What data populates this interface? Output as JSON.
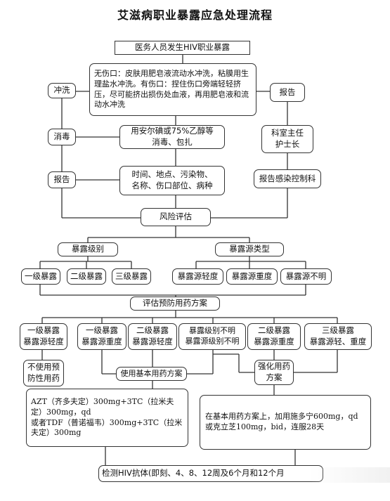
{
  "title": "艾滋病职业暴露应急处理流程",
  "nodes": {
    "start": "医务人员发生HIV职业暴露",
    "flush": "冲洗",
    "wound_text": "无伤口：皮肤用肥皂液流动水冲洗，粘膜用生理盐水冲洗。有伤口：捏住伤口旁端轻轻挤压，尽可能挤出损伤处血液，再用肥皂液和流动水冲洗",
    "report_right": "报告",
    "disinfect": "消毒",
    "disinfect_text": "用安尔碘或75%乙醇等\n消毒、包扎",
    "dept_head": "科室主任\n护士长",
    "report_left": "报告",
    "report_detail": "时间、地点、污染物、\n名称、伤口部位、病种",
    "infection_control": "报告感染控制科",
    "risk": "风险评估",
    "exposure_level": "暴露级别",
    "source_type": "暴露源类型",
    "level1": "一级暴露",
    "level2": "二级暴露",
    "level3": "三级暴露",
    "src_light": "暴露源轻度",
    "src_heavy": "暴露源重度",
    "src_unknown": "暴露源不明",
    "assess_plan": "评估预防用药方案",
    "c1": "一级暴露\n暴露源轻度",
    "c2": "一级暴露\n暴露源重度",
    "c3": "二级暴露\n暴露源轻度",
    "c4": "暴露级别不明\n暴露源级别不明",
    "c5": "二级暴露\n暴露源重度",
    "c6": "三级暴露\n暴露源轻、重度",
    "no_med": "不使用预\n防性用药",
    "basic": "使用基本用药方案",
    "strong": "强化用药\n方案",
    "basic_detail": "AZT（齐多夫定）300mg+3TC（拉米夫定）300mg，qd\n  或者TDF（普诺福韦）300mg+3TC（拉米夫定）300mg",
    "strong_detail": "在基本用药方案上，加用施多宁600mg，qd或克立芝100mg，bid，连服28天",
    "test": "检测HIV抗体(即刻、4、8、12周及6个月和12个月"
  }
}
